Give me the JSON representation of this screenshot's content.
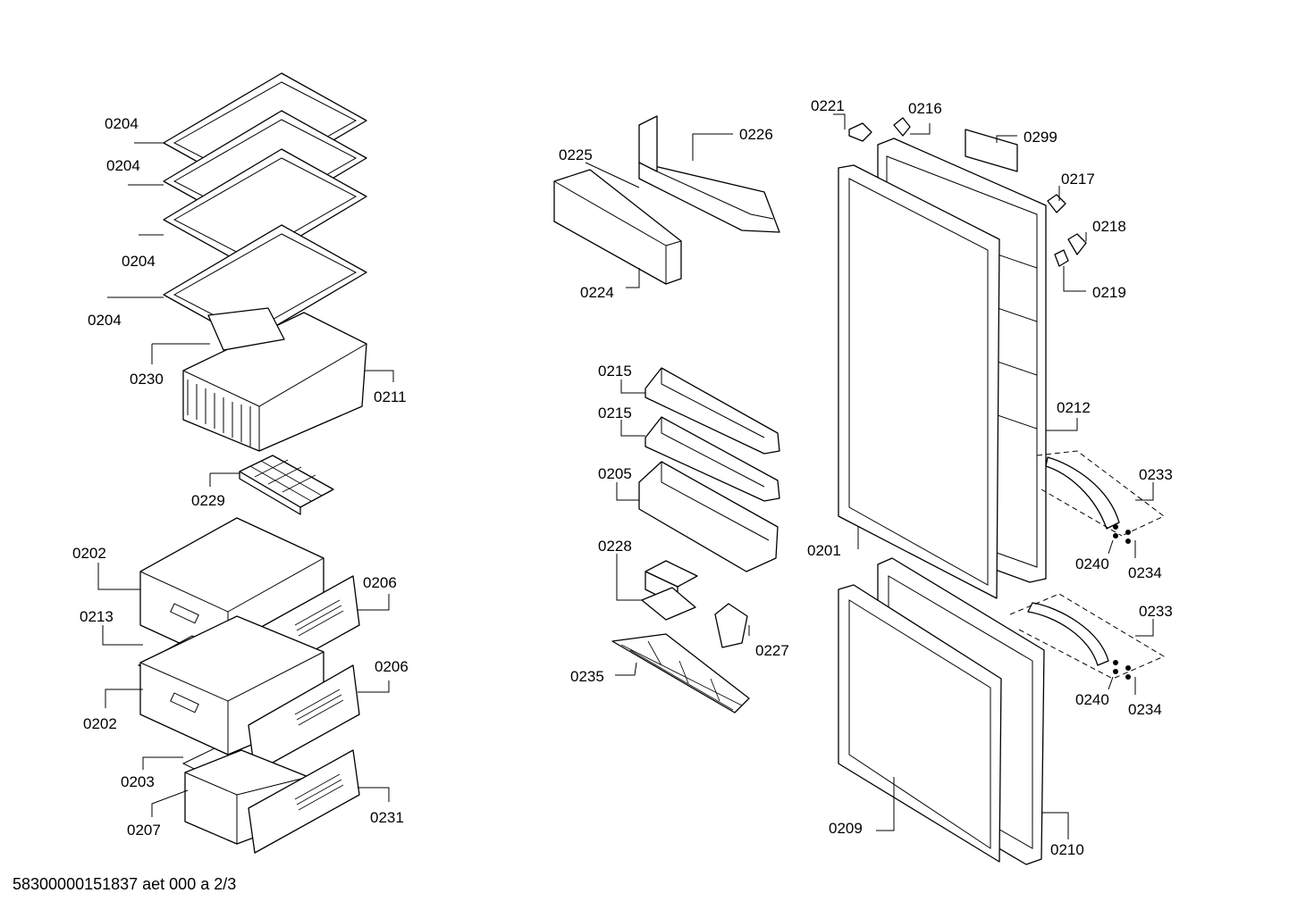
{
  "diagram": {
    "document_code": "58300000151837 aet 000 a 2/3",
    "labels": {
      "l0204a": "0204",
      "l0204b": "0204",
      "l0204c": "0204",
      "l0204d": "0204",
      "l0230": "0230",
      "l0211": "0211",
      "l0229": "0229",
      "l0202a": "0202",
      "l0206a": "0206",
      "l0213": "0213",
      "l0206b": "0206",
      "l0202b": "0202",
      "l0203": "0203",
      "l0207": "0207",
      "l0231": "0231",
      "l0225": "0225",
      "l0226": "0226",
      "l0224": "0224",
      "l0215a": "0215",
      "l0215b": "0215",
      "l0205": "0205",
      "l0228": "0228",
      "l0227": "0227",
      "l0235": "0235",
      "l0221": "0221",
      "l0216": "0216",
      "l0299": "0299",
      "l0217": "0217",
      "l0218": "0218",
      "l0219": "0219",
      "l0212": "0212",
      "l0201": "0201",
      "l0233a": "0233",
      "l0240a": "0240",
      "l0234a": "0234",
      "l0233b": "0233",
      "l0240b": "0240",
      "l0234b": "0234",
      "l0209": "0209",
      "l0210": "0210"
    }
  }
}
